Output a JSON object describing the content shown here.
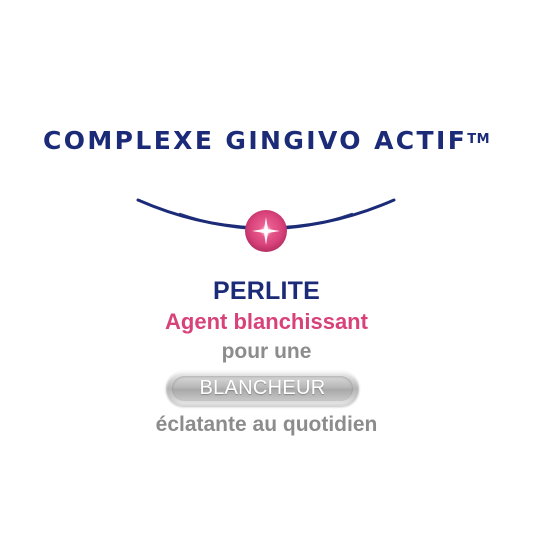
{
  "header": {
    "title": "COMPLEXE GINGIVO ACTIF",
    "trademark": "TM"
  },
  "emblem": {
    "icon": "sparkle-icon",
    "arc_color": "#1c2b78",
    "dot_color": "#d8427a"
  },
  "body": {
    "ingredient": "PERLITE",
    "agent": "Agent blanchissant",
    "pour_une": "pour une",
    "badge": "BLANCHEUR",
    "tagline": "éclatante au quotidien"
  },
  "colors": {
    "navy": "#1c2b78",
    "pink": "#d8427a",
    "gray": "#8c8c8c"
  }
}
